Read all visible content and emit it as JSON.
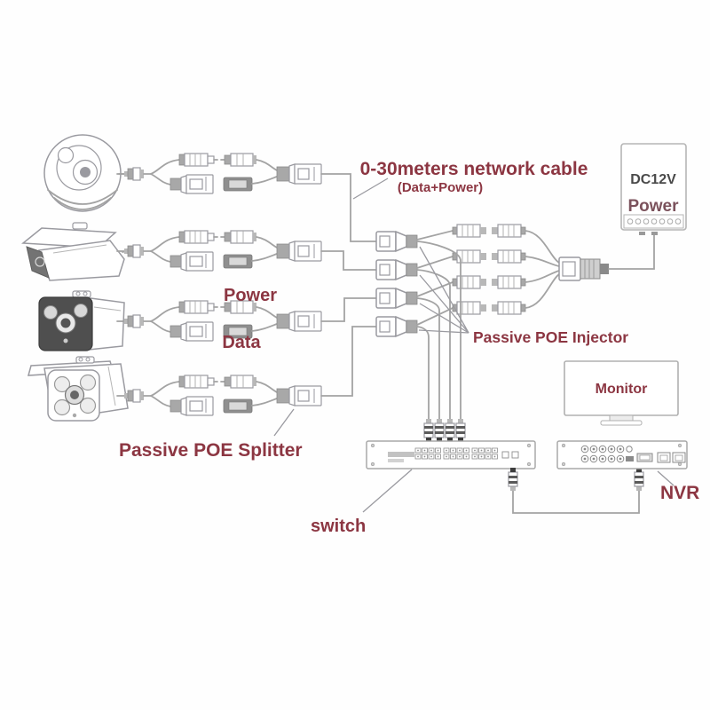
{
  "labels": {
    "network_cable_title": "0-30meters network cable",
    "network_cable_subtitle": "(Data+Power)",
    "poe_injector": "Passive POE Injector",
    "poe_splitter": "Passive POE Splitter",
    "power": "Power",
    "data": "Data",
    "switch": "switch",
    "nvr": "NVR",
    "monitor": "Monitor",
    "psu_line1": "DC12V",
    "psu_line2": "Power"
  },
  "colors": {
    "label_maroon": "#8c3642",
    "cable_gray": "#a3a3a3",
    "psu_title_gray": "#4a4a4a",
    "background": "#fefefe"
  }
}
